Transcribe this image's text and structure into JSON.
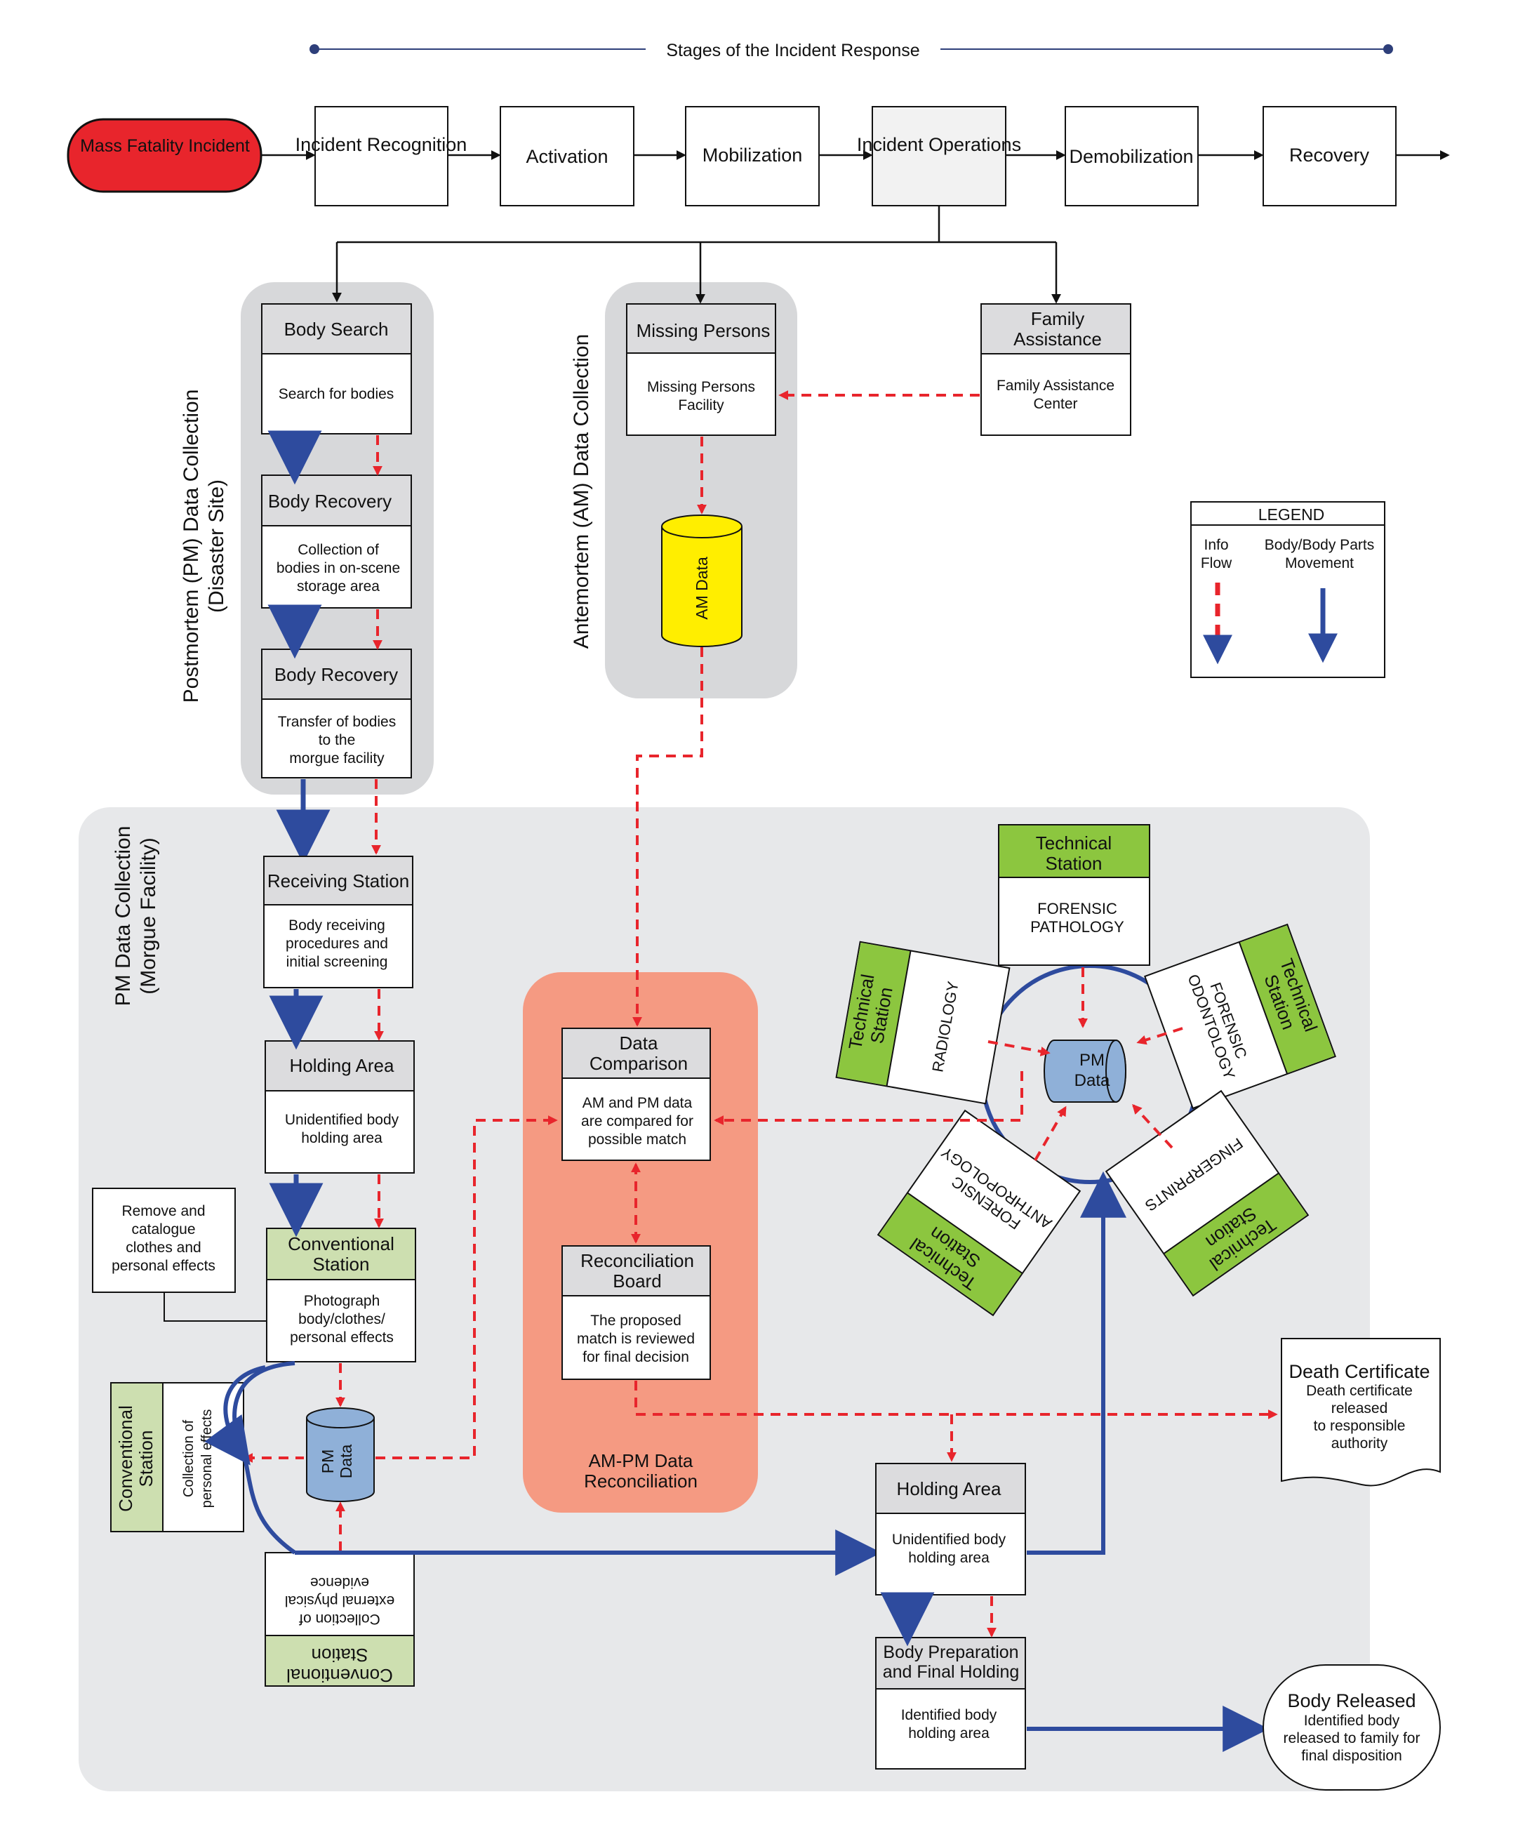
{
  "header": {
    "title": "Stages of the Incident Response"
  },
  "stages": {
    "start": "Mass Fatality Incident",
    "recognition": "Incident Recognition",
    "activation": "Activation",
    "mobilization": "Mobilization",
    "operations": "Incident Operations",
    "demobilization": "Demobilization",
    "recovery": "Recovery"
  },
  "pm_disaster": {
    "label": [
      "Postmortem (PM) Data Collection",
      "(Disaster Site)"
    ],
    "search_title": "Body Search",
    "search_body": [
      "Search for bodies"
    ],
    "recovery1_title": "Body Recovery",
    "recovery1_body": [
      "Collection of",
      "bodies in on-scene",
      "storage area"
    ],
    "recovery2_title": "Body Recovery",
    "recovery2_body": [
      "Transfer of bodies",
      "to the",
      "morgue facility"
    ]
  },
  "am": {
    "label": "Antemortem (AM) Data Collection",
    "missing_title": "Missing Persons",
    "missing_body": [
      "Missing Persons",
      "Facility"
    ],
    "db_label": "AM Data",
    "family_title": [
      "Family",
      "Assistance"
    ],
    "family_body": [
      "Family Assistance",
      "Center"
    ]
  },
  "legend": {
    "title": "LEGEND",
    "info_flow": [
      "Info",
      "Flow"
    ],
    "body_movement": [
      "Body/Body Parts",
      "Movement"
    ],
    "info_color": "#e8252c",
    "body_color": "#2e4b9e"
  },
  "morgue": {
    "label": [
      "PM Data Collection",
      "(Morgue Facility)"
    ],
    "receiving_title": "Receiving Station",
    "receiving_body": [
      "Body receiving",
      "procedures and",
      "initial screening"
    ],
    "holding_title": "Holding Area",
    "holding_body": [
      "Unidentified body",
      "holding area"
    ],
    "remove_note": [
      "Remove and",
      "catalogue",
      "clothes and",
      "personal effects"
    ],
    "conv_title": [
      "Conventional",
      "Station"
    ],
    "conv_body": [
      "Photograph",
      "body/clothes/",
      "personal effects"
    ],
    "conv_left_title": [
      "Conventional",
      "Station"
    ],
    "conv_left_body": [
      "Collection of",
      "personal effects"
    ],
    "conv_bottom_title": [
      "Conventional",
      "Station"
    ],
    "conv_bottom_body": [
      "Collection of",
      "external physical",
      "evidence"
    ],
    "pm_db_label": [
      "PM",
      "Data"
    ]
  },
  "reconciliation": {
    "label": [
      "AM-PM Data",
      "Reconciliation"
    ],
    "compare_title": [
      "Data",
      "Comparison"
    ],
    "compare_body": [
      "AM and PM data",
      "are compared for",
      "possible match"
    ],
    "board_title": [
      "Reconciliation",
      "Board"
    ],
    "board_body": [
      "The proposed",
      "match is reviewed",
      "for final decision"
    ]
  },
  "technical": {
    "pm_data": [
      "PM",
      "Data"
    ],
    "station_title": [
      "Technical",
      "Station"
    ],
    "pathology": [
      "FORENSIC",
      "PATHOLOGY"
    ],
    "radiology": [
      "RADIOLOGY"
    ],
    "odontology": [
      "FORENSIC",
      "ODONTOLOGY"
    ],
    "fingerprints": [
      "FINGERPRINTS"
    ],
    "anthropology": [
      "FORENSIC",
      "ANTHROPOLOGY"
    ]
  },
  "outputs": {
    "death_title": "Death Certificate",
    "death_body": [
      "Death certificate",
      "released",
      "to responsible",
      "authority"
    ],
    "holding2_title": "Holding Area",
    "holding2_body": [
      "Unidentified body",
      "holding area"
    ],
    "prep_title": [
      "Body Preparation",
      "and Final Holding"
    ],
    "prep_body": [
      "Identified body",
      "holding area"
    ],
    "released_title": "Body Released",
    "released_body": [
      "Identified body",
      "released to family for",
      "final disposition"
    ]
  },
  "colors": {
    "red_stage": "#e8252c",
    "green_station": "#8cc63f",
    "light_green": "#cddfb0",
    "am_yellow": "#ffee00",
    "pm_blue": "#8fb0d8",
    "salmon": "#f59a82",
    "panel_gray": "#d7d8da",
    "morgue_gray": "#e7e8ea",
    "header_gray": "#dcdcde"
  }
}
